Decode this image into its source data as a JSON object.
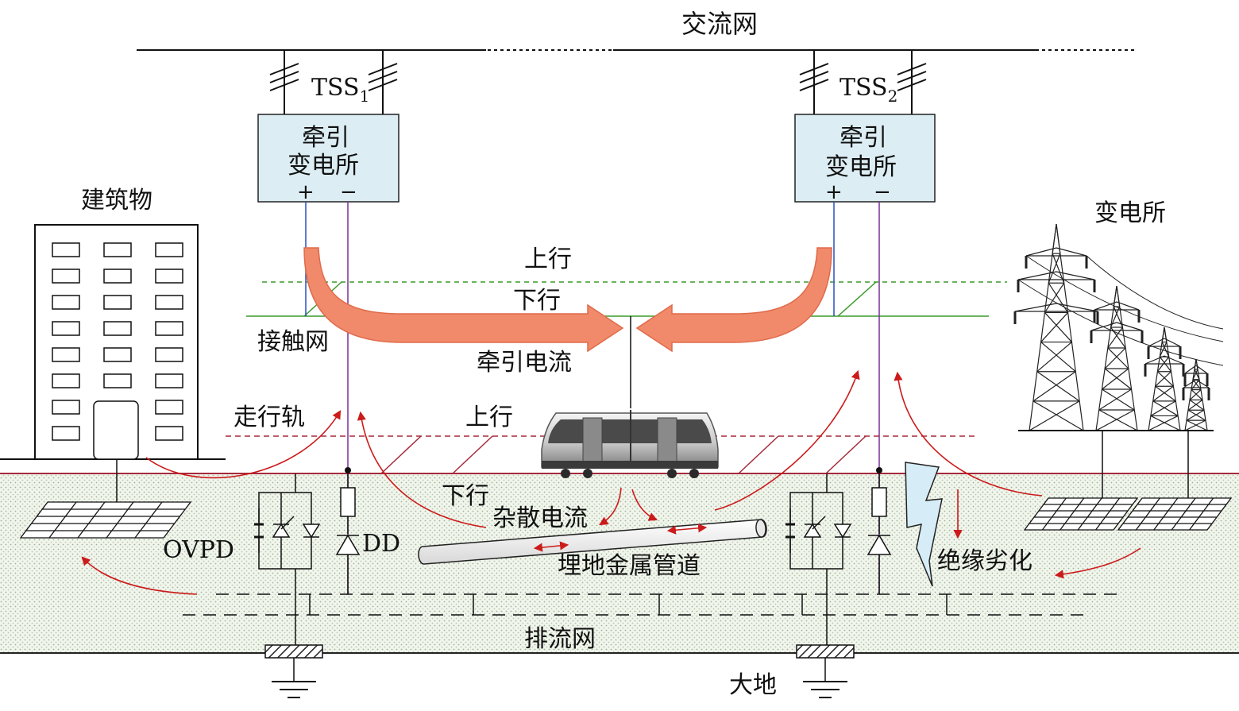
{
  "labels": {
    "ac_grid": "交流网",
    "tss1_main": "TSS",
    "tss1_sub": "1",
    "tss2_main": "TSS",
    "tss2_sub": "2",
    "substation_box_line1": "牵引",
    "substation_box_line2": "变电所",
    "plus": "+",
    "minus": "−",
    "building": "建筑物",
    "power_substation": "变电所",
    "up_line_catenary": "上行",
    "down_line_catenary": "下行",
    "catenary": "接触网",
    "traction_current": "牵引电流",
    "running_rail": "走行轨",
    "up_line_rail": "上行",
    "down_line_rail": "下行",
    "stray_current": "杂散电流",
    "ovpd": "OVPD",
    "dd": "DD",
    "buried_pipe": "埋地金属管道",
    "insulation_degradation": "绝缘劣化",
    "drainage_network": "排流网",
    "earth": "大地"
  },
  "colors": {
    "traction_arrow": "#f08a6a",
    "stray_arrow": "#cc1b1b",
    "catenary_line": "#3a9a2a",
    "rail_line": "#a52a3a",
    "positive_feeder": "#2b4fbf",
    "negative_feeder": "#7a2f9a",
    "substation_box": "#dcedf3",
    "ground_fill": "#eef4ea",
    "lightning": "#d6ecf6"
  },
  "icons": [
    "building-icon",
    "power-tower-icon",
    "tram-icon",
    "lightning-icon",
    "ground-symbol-icon",
    "diode-icon"
  ]
}
